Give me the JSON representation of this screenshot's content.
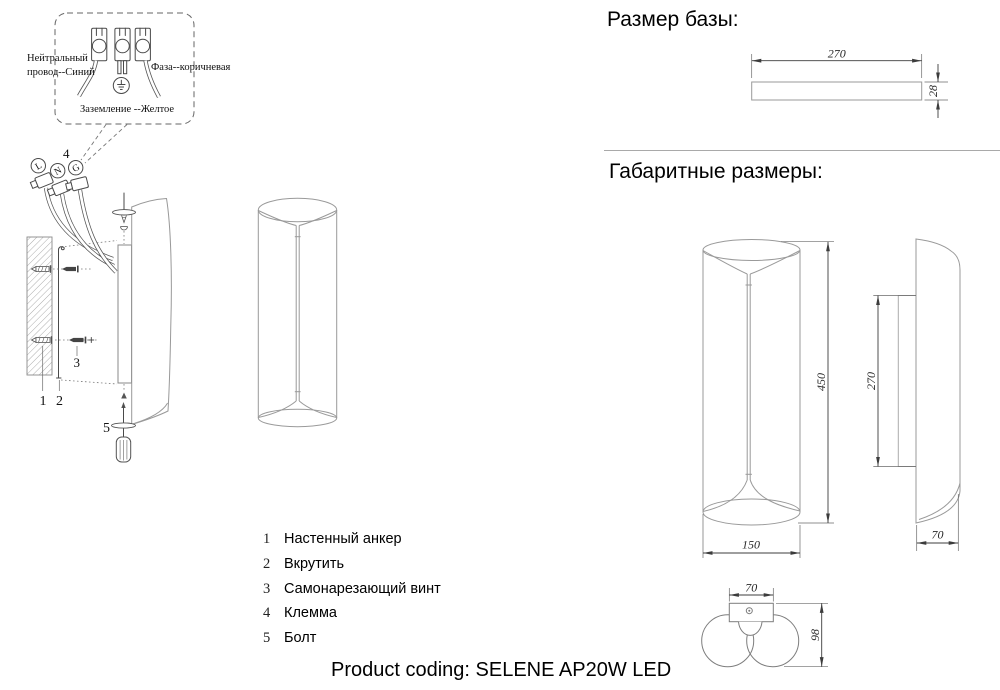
{
  "colors": {
    "background": "#ffffff",
    "line_art": "#8a8a8a",
    "dimension_lines": "#3c3c3c",
    "text": "#000000"
  },
  "callout": {
    "neutral_line1": "Нейтральный",
    "neutral_line2": "провод--Синий",
    "phase": "Фаза--коричневая",
    "ground": "Заземление --Желтое"
  },
  "install": {
    "terminal_l": "L",
    "terminal_n": "N",
    "terminal_g": "G",
    "marker_1": "1",
    "marker_2": "2",
    "marker_3": "3",
    "marker_4": "4",
    "marker_5": "5"
  },
  "base": {
    "title": "Размер базы:",
    "length": "270",
    "thickness": "28"
  },
  "overall": {
    "title": "Габаритные размеры:",
    "height": "450",
    "width": "150",
    "backplate_height": "270",
    "side_depth": "70",
    "bracket_width": "70",
    "body_depth": "98"
  },
  "legend": {
    "items": [
      {
        "num": "1",
        "label": "Настенный анкер"
      },
      {
        "num": "2",
        "label": "Вкрутить"
      },
      {
        "num": "3",
        "label": "Самонарезающий винт"
      },
      {
        "num": "4",
        "label": "Клемма"
      },
      {
        "num": "5",
        "label": "Болт"
      }
    ]
  },
  "footer": {
    "product_coding": "Product coding: SELENE AP20W LED"
  }
}
